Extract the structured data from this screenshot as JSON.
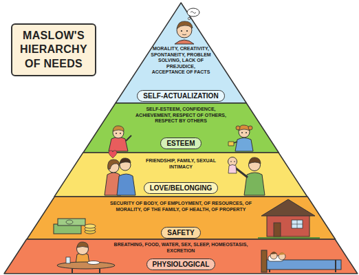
{
  "diagram": {
    "title": "MASLOW'S HIERARCHY OF NEEDS",
    "nodes": [
      {
        "text": [
          "MORALITY, CREATIVITY, SPONTANEITY, PROBLEM SOLVING, LACK OF PREJUDICE, ACCEPTANCE OF FACTS",
          "SELF-ACTUALIZATION"
        ]
      },
      {
        "text": [
          "SELF-ESTEEM, CONFIDENCE, ACHIEVEMENT, RESPECT OF OTHERS, RESPECT BY OTHERS",
          "ESTEEM"
        ]
      },
      {
        "text": [
          "FRIENDSHIP, FAMILY, SEXUAL INTIMACY",
          "LOVE/BELONGING"
        ]
      },
      {
        "text": [
          "SECURITY OF BODY, OF EMPLOYMENT, OF RESOURCES, OF MORALITY, OF THE FAMILY, OF HEALTH, OF PROPERTY",
          "SAFETY"
        ]
      },
      {
        "text": [
          "BREATHING, FOOD, WATER, SEX, SLEEP, HOMEOSTASIS, EXCRETION",
          "PHYSIOLOGICAL"
        ]
      }
    ]
  }
}
